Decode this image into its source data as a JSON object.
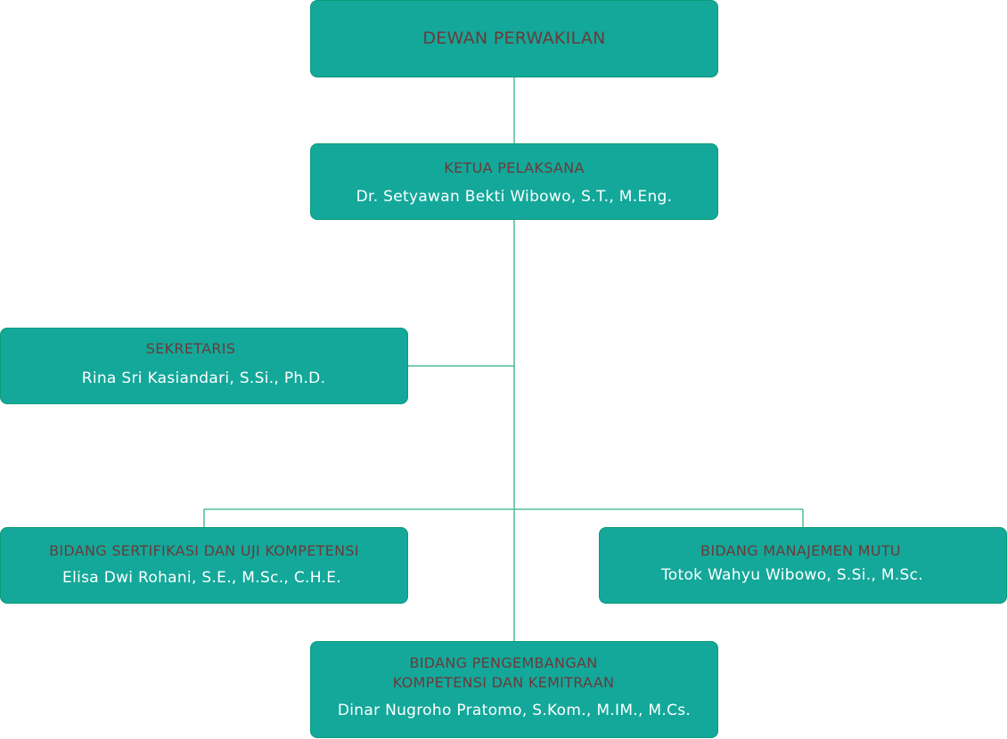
{
  "org_chart": {
    "dewan": {
      "role": "DEWAN PERWAKILAN"
    },
    "ketua": {
      "role": "KETUA PELAKSANA",
      "name": "Dr. Setyawan Bekti Wibowo, S.T., M.Eng."
    },
    "sekretaris": {
      "role": "SEKRETARIS",
      "name": "Rina Sri Kasiandari, S.Si., Ph.D."
    },
    "sertifikasi": {
      "role": "BIDANG SERTIFIKASI DAN UJI KOMPETENSI",
      "name": "Elisa Dwi Rohani, S.E., M.Sc., C.H.E."
    },
    "mutu": {
      "role": "BIDANG MANAJEMEN MUTU",
      "name": "Totok Wahyu Wibowo, S.Si., M.Sc."
    },
    "pengembangan": {
      "role_line1": "BIDANG PENGEMBANGAN",
      "role_line2": "KOMPETENSI DAN KEMITRAAN",
      "name": "Dinar Nugroho Pratomo, S.Kom., M.IM., M.Cs."
    }
  },
  "colors": {
    "box_fill": "#13a89a",
    "box_border": "#0c9a7a",
    "connector": "#4cbd92",
    "role_text": "#6b3a3a",
    "name_text": "#ffffff"
  }
}
